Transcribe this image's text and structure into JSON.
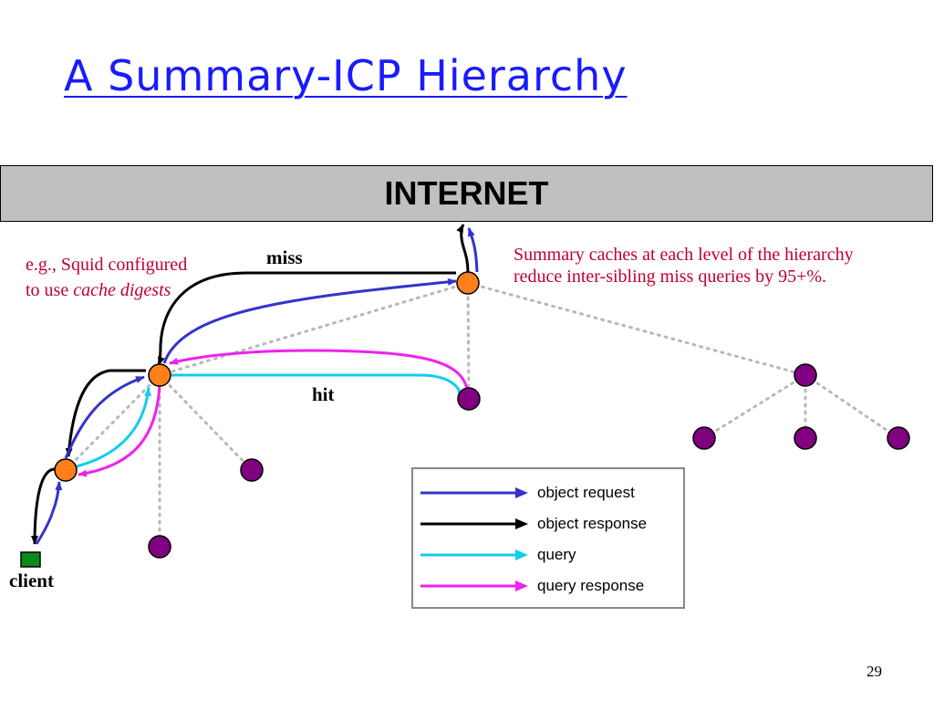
{
  "slide": {
    "title": "A Summary-ICP Hierarchy",
    "internet_label": "INTERNET",
    "note_left_line1": "e.g., Squid configured",
    "note_left_line2_prefix": "to use ",
    "note_left_line2_italic": "cache digests",
    "note_right_line1": "Summary caches at each level of the hierarchy",
    "note_right_line2": "reduce inter-sibling miss queries by 95+%.",
    "miss_label": "miss",
    "hit_label": "hit",
    "client_label": "client",
    "slide_number": "29"
  },
  "legend": [
    {
      "label": "object request",
      "color": "#3333cc"
    },
    {
      "label": "object response",
      "color": "#000000"
    },
    {
      "label": "query",
      "color": "#11ccee"
    },
    {
      "label": "query response",
      "color": "#ee22ee"
    }
  ],
  "colors": {
    "proxy_node": "#ff7f1a",
    "peer_node": "#800080",
    "client_box": "#0a8a1a",
    "note_text": "#c00030",
    "title_text": "#1a1aff",
    "dotted_link": "#b8b8b8"
  }
}
